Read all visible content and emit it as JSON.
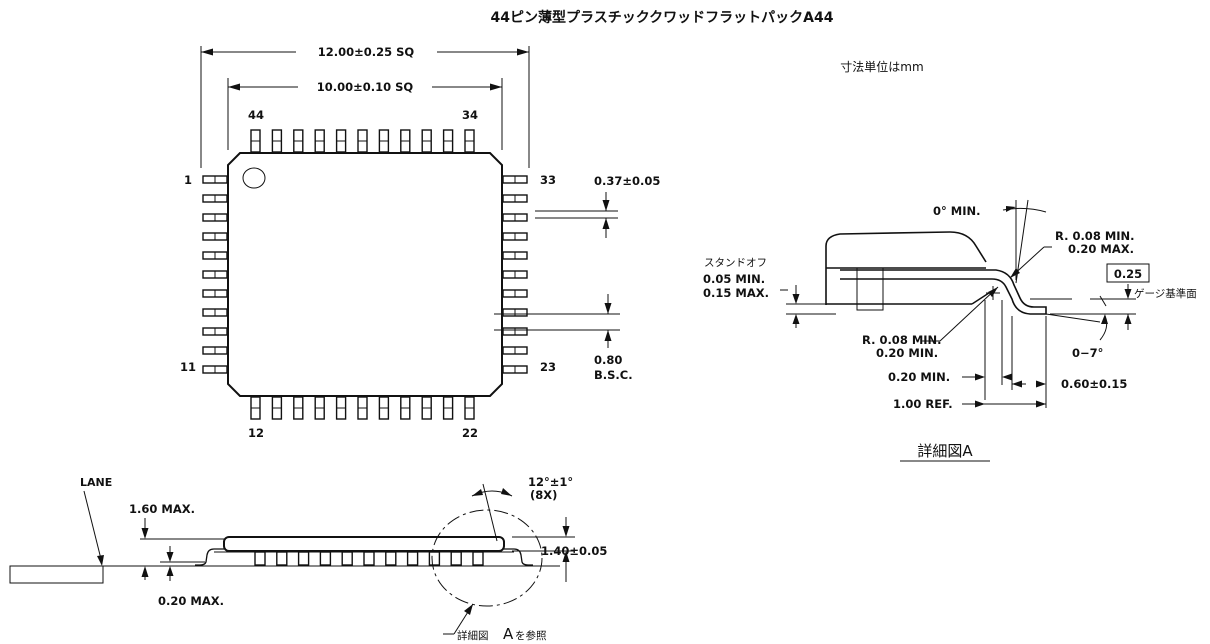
{
  "title": "44ピン薄型プラスチッククワッドフラットパックA44",
  "units_note": "寸法単位はmm",
  "top_view": {
    "dim_outer": "12.00±0.25 SQ",
    "dim_body": "10.00±0.10 SQ",
    "pin_44": "44",
    "pin_34": "34",
    "pin_1": "1",
    "pin_33": "33",
    "pin_11": "11",
    "pin_23": "23",
    "pin_12": "12",
    "pin_22": "22",
    "dim_lead_width": "0.37±0.05",
    "dim_pitch_value": "0.80",
    "dim_pitch_suffix": "B.S.C."
  },
  "side_view": {
    "lane_label": "LANE",
    "dim_max_height": "1.60 MAX.",
    "dim_standoff_max": "0.20 MAX.",
    "dim_body_thickness": "1.40±0.05",
    "dim_angle": "12°±1°",
    "dim_angle_count": "(8X)",
    "detail_callout": "詳細図",
    "detail_callout_letter": "A",
    "detail_callout_suffix": "を参照"
  },
  "detail_a": {
    "caption": "詳細図A",
    "standoff_label": "スタンドオフ",
    "standoff_min": "0.05 MIN.",
    "standoff_max": "0.15 MAX.",
    "angle_min": "0° MIN.",
    "radius_outer_min": "R. 0.08 MIN.",
    "radius_outer_max": "0.20 MAX.",
    "gauge_value": "0.25",
    "gauge_label": "ゲージ基準面",
    "radius_inner_min": "R. 0.08 MIN.",
    "radius_inner_max": "0.20 MIN.",
    "foot_angle": "0−7°",
    "foot_min": "0.20 MIN.",
    "foot_length": "0.60±0.15",
    "lead_ref": "1.00 REF."
  }
}
